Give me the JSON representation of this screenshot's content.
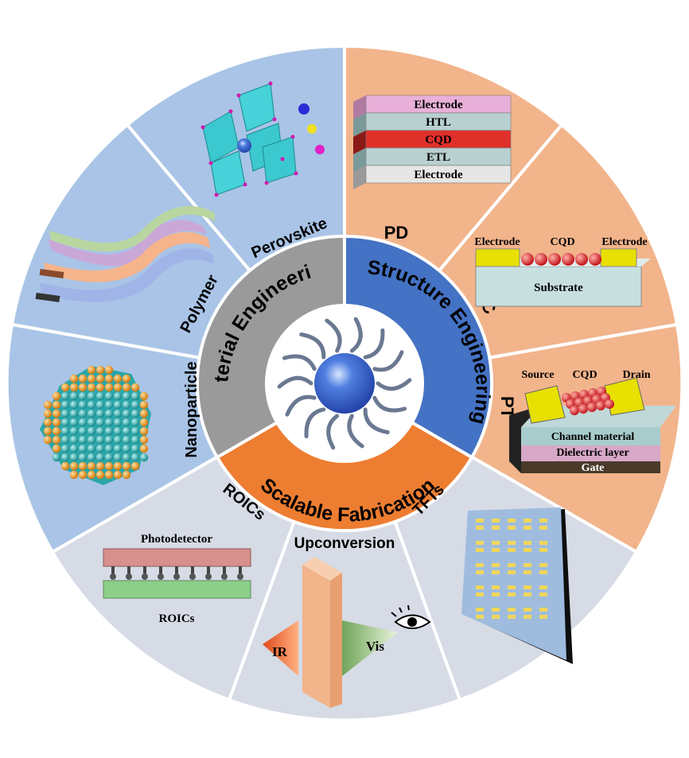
{
  "colors": {
    "material": "#a9c4e6",
    "structure": "#f2b48b",
    "fabrication": "#d6dbe5",
    "ring_material": "#9a9a9a",
    "ring_structure": "#4472c4",
    "ring_fabrication": "#ed7d31"
  },
  "ring": {
    "material": "Material Engineering",
    "structure": "Structure Engineering",
    "fabrication": "Scalable Fabrication"
  },
  "sectors": {
    "perovskite": "Perovskite",
    "polymer": "Polymer",
    "nanoparticle": "Nanoparticle",
    "pd": "PD",
    "pc": "PC",
    "pt": "PT",
    "roics": "ROICs",
    "upconversion": "Upconversion",
    "tfts": "TFTs"
  },
  "pd_stack": [
    "Electrode",
    "HTL",
    "CQD",
    "ETL",
    "Electrode"
  ],
  "pc_device": {
    "left": "Electrode",
    "middle": "CQD",
    "right": "Electrode",
    "substrate": "Substrate"
  },
  "pt_device": {
    "source": "Source",
    "cqd": "CQD",
    "drain": "Drain",
    "channel": "Channel material",
    "dielectric": "Dielectric layer",
    "gate": "Gate"
  },
  "roic_device": {
    "top": "Photodetector",
    "bottom": "ROICs"
  },
  "upconversion_device": {
    "ir": "IR",
    "vis": "Vis"
  }
}
